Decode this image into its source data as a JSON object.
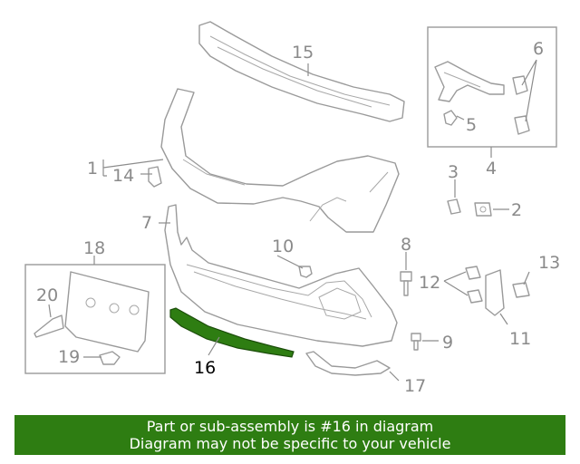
{
  "highlight_color": "#2e7d12",
  "callouts": {
    "c1": "1",
    "c2": "2",
    "c3": "3",
    "c4": "4",
    "c5": "5",
    "c6": "6",
    "c7": "7",
    "c8": "8",
    "c9": "9",
    "c10": "10",
    "c11": "11",
    "c12": "12",
    "c13": "13",
    "c14": "14",
    "c15": "15",
    "c16": "16",
    "c17": "17",
    "c18": "18",
    "c19": "19",
    "c20": "20"
  },
  "highlighted_part": "16",
  "footer": {
    "line1": "Part or sub-assembly is #16 in diagram",
    "line2": "Diagram may not be specific to your vehicle"
  }
}
